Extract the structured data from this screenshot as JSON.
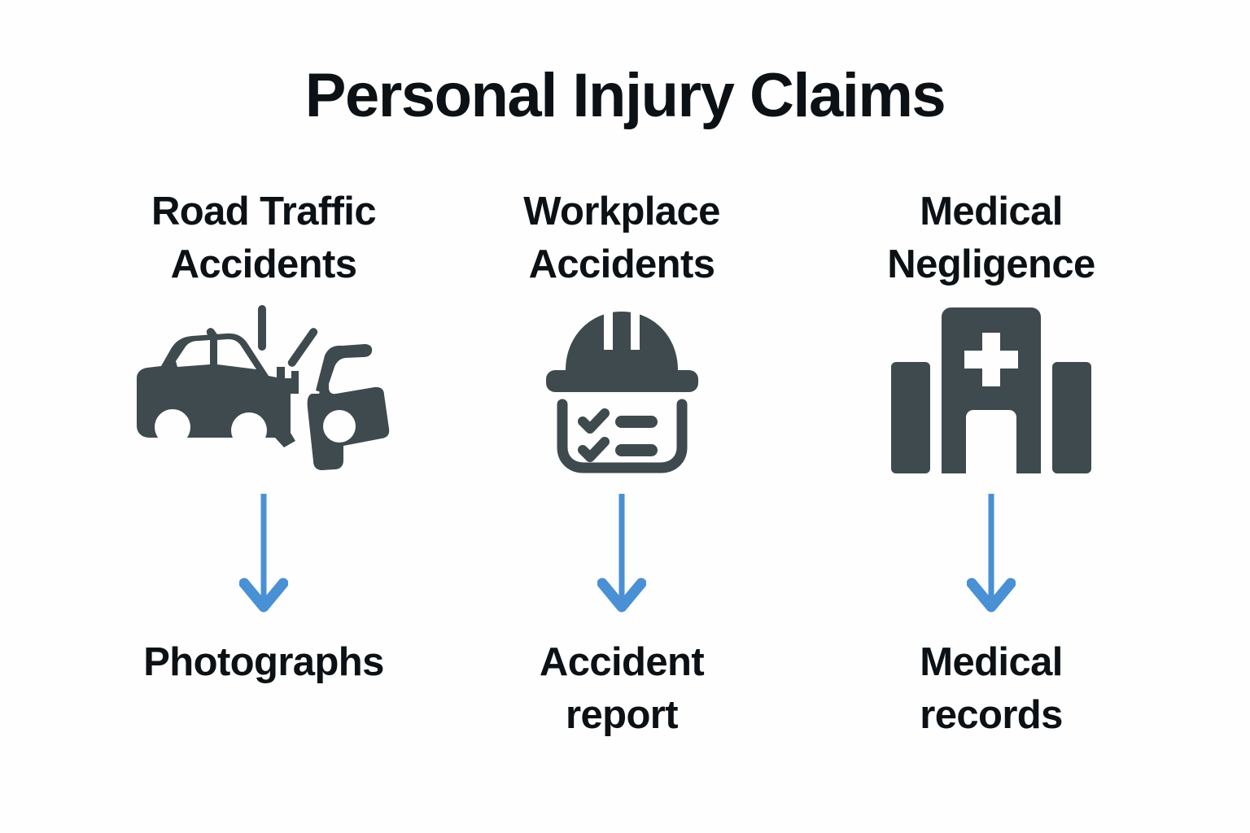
{
  "page": {
    "title": "Personal Injury Claims",
    "background_color": "#fefefe",
    "text_color": "#0c1116",
    "icon_color": "#3e4a4e",
    "arrow_color": "#4a90d4"
  },
  "columns": [
    {
      "heading": "Road Traffic\nAccidents",
      "icon": "car-crash-icon",
      "arrow": "down-arrow-icon",
      "footer": "Photographs"
    },
    {
      "heading": "Workplace\nAccidents",
      "icon": "hard-hat-clipboard-icon",
      "arrow": "down-arrow-icon",
      "footer": "Accident\nreport"
    },
    {
      "heading": "Medical\nNegligence",
      "icon": "hospital-building-icon",
      "arrow": "down-arrow-icon",
      "footer": "Medical\nrecords"
    }
  ]
}
